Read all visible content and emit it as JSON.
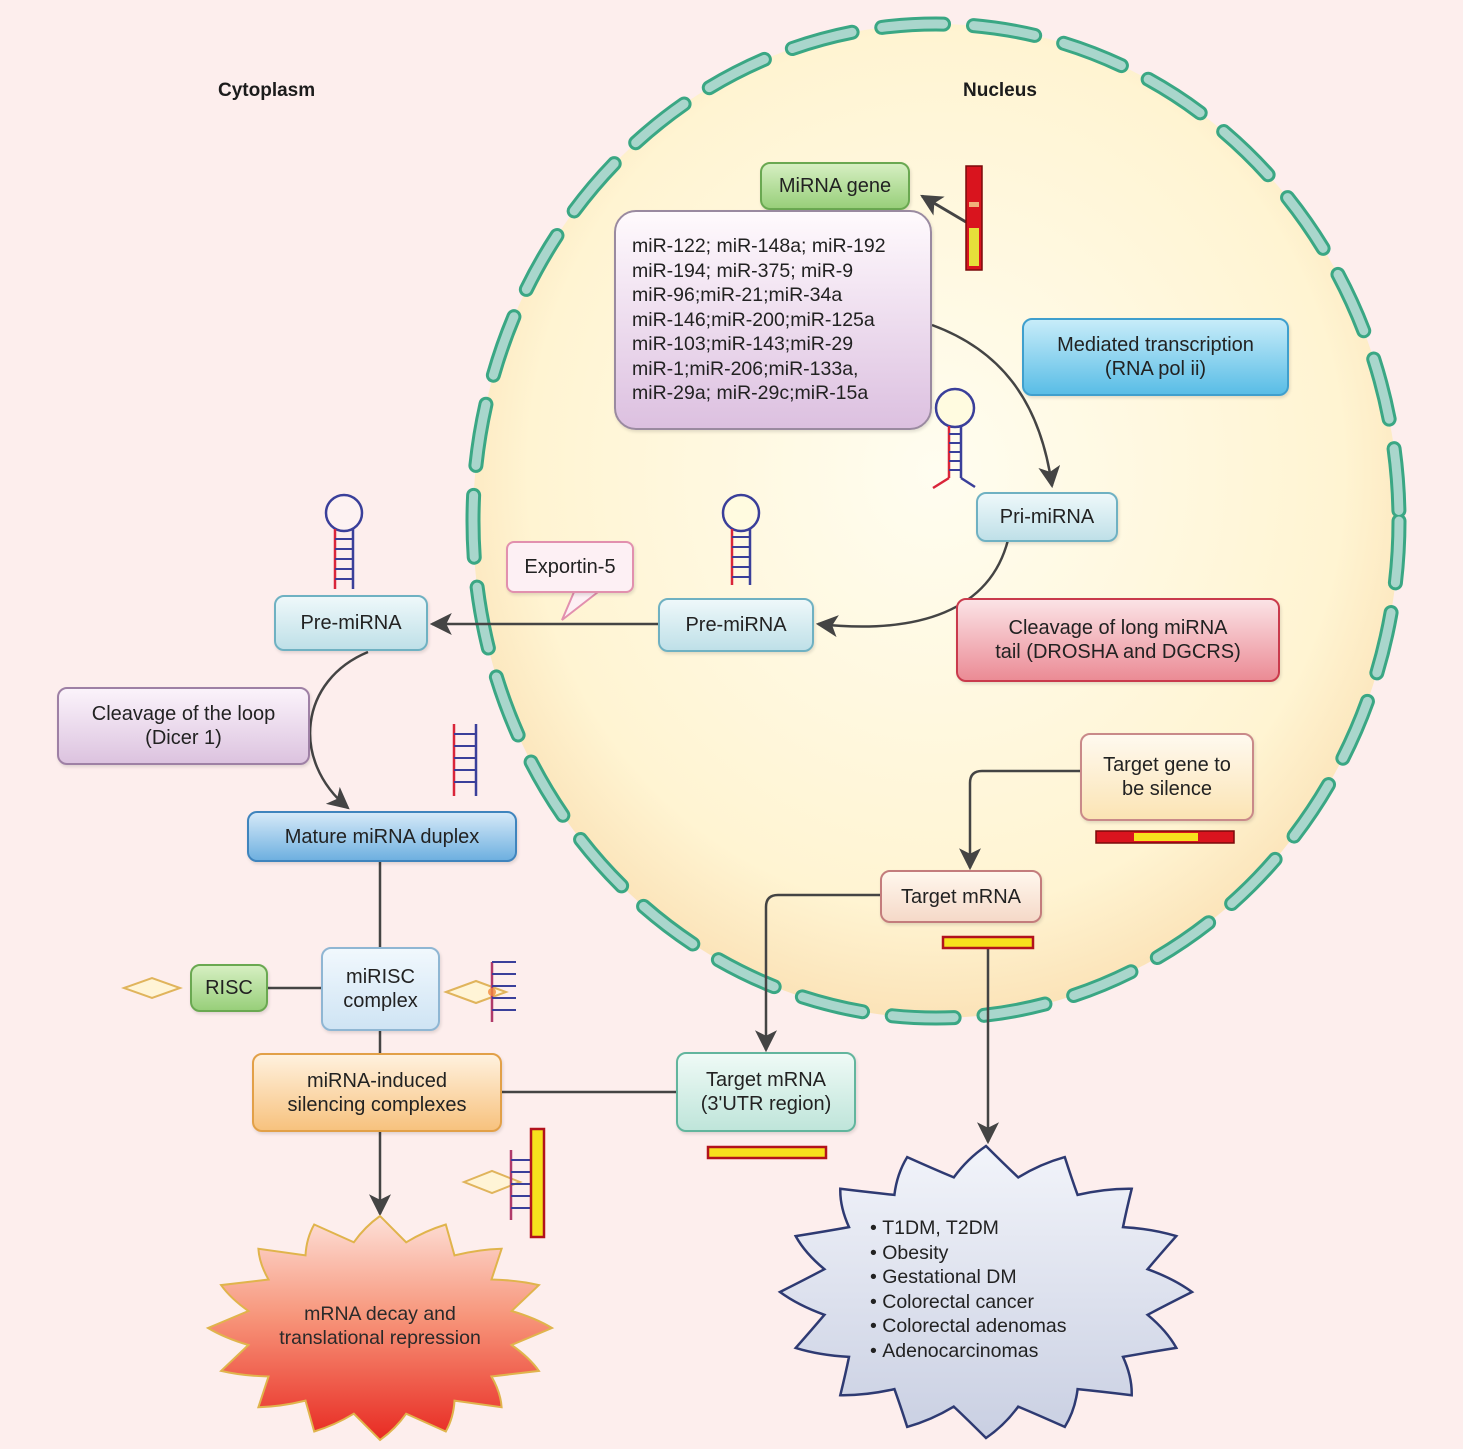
{
  "regions": {
    "cytoplasm": "Cytoplasm",
    "nucleus": "Nucleus"
  },
  "nodes": {
    "mirna_gene": "MiRNA gene",
    "mediated_transcription": "Mediated transcription\n(RNA pol ii)",
    "pri_mirna": "Pri-miRNA",
    "cleavage_tail": "Cleavage of long miRNA\ntail (DROSHA and DGCRS)",
    "pre_mirna_nucleus": "Pre-miRNA",
    "exportin": "Exportin-5",
    "pre_mirna_cytoplasm": "Pre-miRNA",
    "cleavage_loop": "Cleavage of the loop\n(Dicer 1)",
    "mature_duplex": "Mature miRNA duplex",
    "risc": "RISC",
    "mirisc": "miRISC\ncomplex",
    "silencing_complexes": "miRNA-induced\nsilencing complexes",
    "target_mrna_utr": "Target mRNA\n(3'UTR region)",
    "target_mrna": "Target mRNA",
    "target_gene": "Target gene to\nbe silence",
    "decay": "mRNA decay and\ntranslational repression"
  },
  "mirna_list": [
    "miR-122; miR-148a; miR-192",
    "miR-194; miR-375; miR-9",
    "miR-96;miR-21;miR-34a",
    "miR-146;miR-200;miR-125a",
    "miR-103;miR-143;miR-29",
    "miR-1;miR-206;miR-133a,",
    "miR-29a; miR-29c;miR-15a"
  ],
  "diseases": [
    "T1DM, T2DM",
    "Obesity",
    "Gestational DM",
    "Colorectal cancer",
    "Colorectal adenomas",
    "Adenocarcinomas"
  ],
  "colors": {
    "background": "#fdeeed",
    "nucleus_fill": "#fff6d8",
    "membrane": "#3aa784",
    "membrane_fill": "#a9d6cc",
    "arrow": "#444444",
    "rna_red": "#d9253a",
    "rna_blue": "#3a3f9a",
    "gene_red": "#d9141e",
    "gene_yellow": "#f7e11d"
  }
}
